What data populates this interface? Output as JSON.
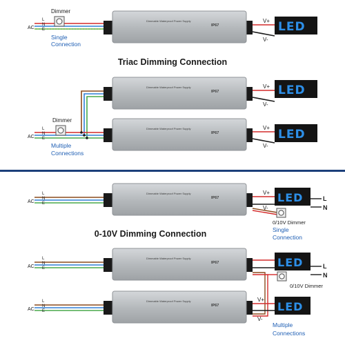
{
  "colors": {
    "blue_text": "#1f5fb4",
    "divider": "#1b3f7a",
    "wire_red": "#d42a2a",
    "wire_brown": "#8a4a1c",
    "wire_blue": "#2f7fd6",
    "wire_green": "#49a94a",
    "wire_yellow": "#e2c400",
    "psu_body": "#b9bcbf",
    "led_text": "#2d8fe8"
  },
  "psu": {
    "brand_line": "Dimmable Waterproof Power Supply",
    "rating": "IP67"
  },
  "led_label": "LED",
  "ac_label": "AC",
  "lne": [
    "L",
    "N",
    "E"
  ],
  "vplus": "V+",
  "vminus": "V-",
  "section1": {
    "title": "Triac Dimming Connection",
    "dimmer_label": "Dimmer",
    "single_label_1": "Single",
    "single_label_2": "Connection",
    "multi_dimmer_label": "Dimmer",
    "multi_label_1": "Multiple",
    "multi_label_2": "Connections"
  },
  "section2": {
    "title": "0-10V Dimming Connection",
    "dimmer_label": "0/10V Dimmer",
    "single_label_1": "Single",
    "single_label_2": "Connection",
    "multi_dimmer_label": "0/10V Dimmer",
    "multi_label_1": "Multiple",
    "multi_label_2": "Connections",
    "out_l": "L",
    "out_n": "N"
  }
}
